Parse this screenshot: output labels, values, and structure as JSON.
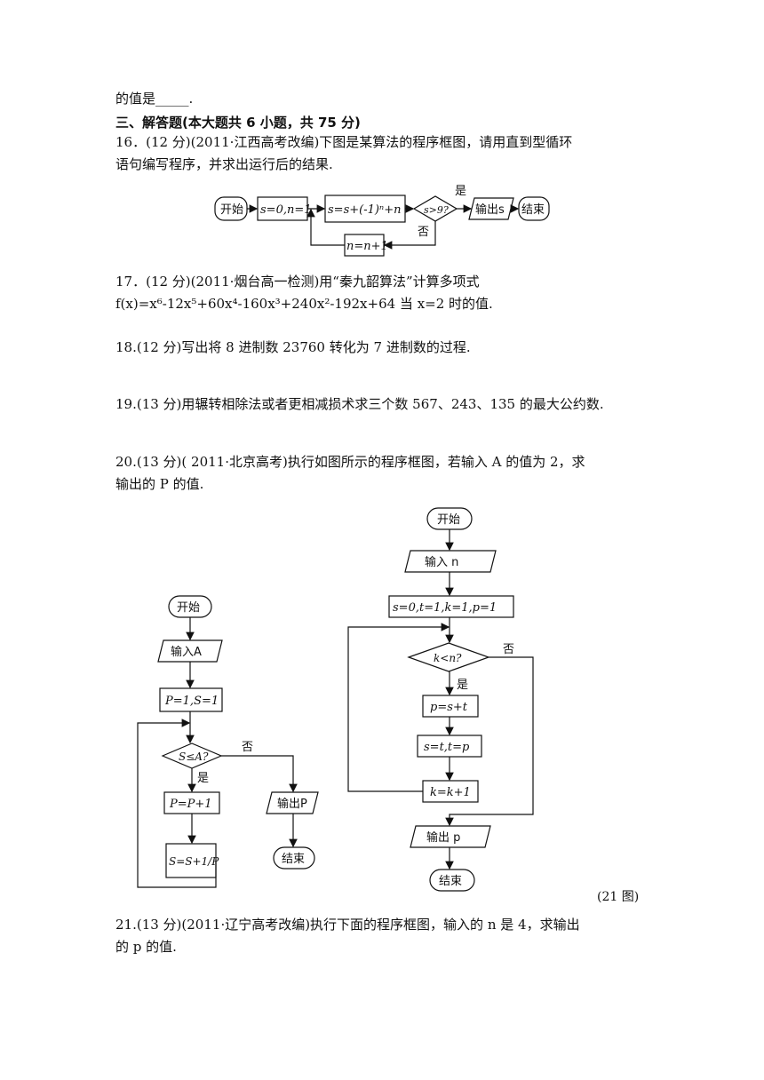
{
  "lines": {
    "l0": "的值是_____.",
    "l1": "三、解答题(本大题共 6 小题，共 75 分)",
    "l2": "16．(12 分)(2011·江西高考改编)下图是某算法的程序框图，请用直到型循环",
    "l3": "语句编写程序，并求出运行后的结果.",
    "l4": "17．(12 分)(2011·烟台高一检测)用“秦九韶算法”计算多项式",
    "l5": "f(x)=x⁶-12x⁵+60x⁴-160x³+240x²-192x+64 当 x=2 时的值.",
    "l6": "18.(12 分)写出将 8 进制数 23760 转化为 7 进制数的过程.",
    "l7": "19.(13 分)用辗转相除法或者更相减损术求三个数 567、243、135 的最大公约数.",
    "l8": "20.(13 分)( 2011·北京高考)执行如图所示的程序框图，若输入 A 的值为 2，求",
    "l9": "输出的 P 的值.",
    "l10": "(21 图)",
    "l11": "21.(13 分)(2011·辽宁高考改编)执行下面的程序框图，输入的 n 是 4，求输出",
    "l12": "的 p 的值."
  },
  "fc16": {
    "start": "开始",
    "init": "s=0,n=1",
    "update": "s=s+(-1)ⁿ+n",
    "cond": "s>9?",
    "yes": "是",
    "no": "否",
    "output": "输出s",
    "end": "结束",
    "inc": "n=n+1"
  },
  "fc20": {
    "start": "开始",
    "input": "输入A",
    "init": "P=1,S=1",
    "cond": "S≤A?",
    "no": "否",
    "yes": "是",
    "step1": "P=P+1",
    "step2": "S=S+1/P",
    "output": "输出P",
    "end": "结束"
  },
  "fc21": {
    "start": "开始",
    "input": "输入 n",
    "init": "s=0,t=1,k=1,p=1",
    "cond": "k<n?",
    "no": "否",
    "yes": "是",
    "step1": "p=s+t",
    "step2": "s=t,t=p",
    "step3": "k=k+1",
    "output": "输出 p",
    "end": "结束"
  }
}
